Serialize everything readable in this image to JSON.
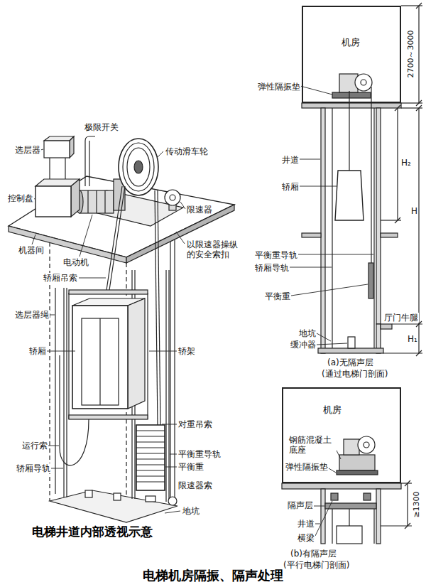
{
  "diagram": {
    "title": "电梯机房隔振、隔声处理",
    "caption": "电梯井道内部透视示意",
    "nodes": [
      {
        "text": [
          "机房"
        ]
      },
      {
        "text": [
          "机房"
        ]
      }
    ],
    "labels": [
      "极限开关",
      "选层器",
      "传动滑车轮",
      "控制盘",
      "限速器",
      "以限速器操纵 的安全索扣",
      "机器间",
      "电动机",
      "轿厢吊索",
      "选层器绳",
      "轿厢",
      "轿架",
      "对重吊索",
      "运行索",
      "平衡重导轨",
      "轿厢导轨",
      "平衡重",
      "限速器索",
      "地坑",
      "2700～3000",
      "弹性隔振垫",
      "井道",
      "轿厢",
      "H",
      "H₂",
      "平衡重导轨",
      "轿厢导轨",
      "平衡重",
      "厅门牛腿",
      "地坑",
      "缓冲器",
      "H₁",
      "(a)无隔声层",
      "(通过电梯门剖面)",
      "钢筋混凝土 底座",
      "弹性隔振垫",
      "隔声层",
      "≥1300",
      "井道",
      "横梁",
      "(b)有隔声层",
      "(平行电梯门剖面)"
    ]
  }
}
